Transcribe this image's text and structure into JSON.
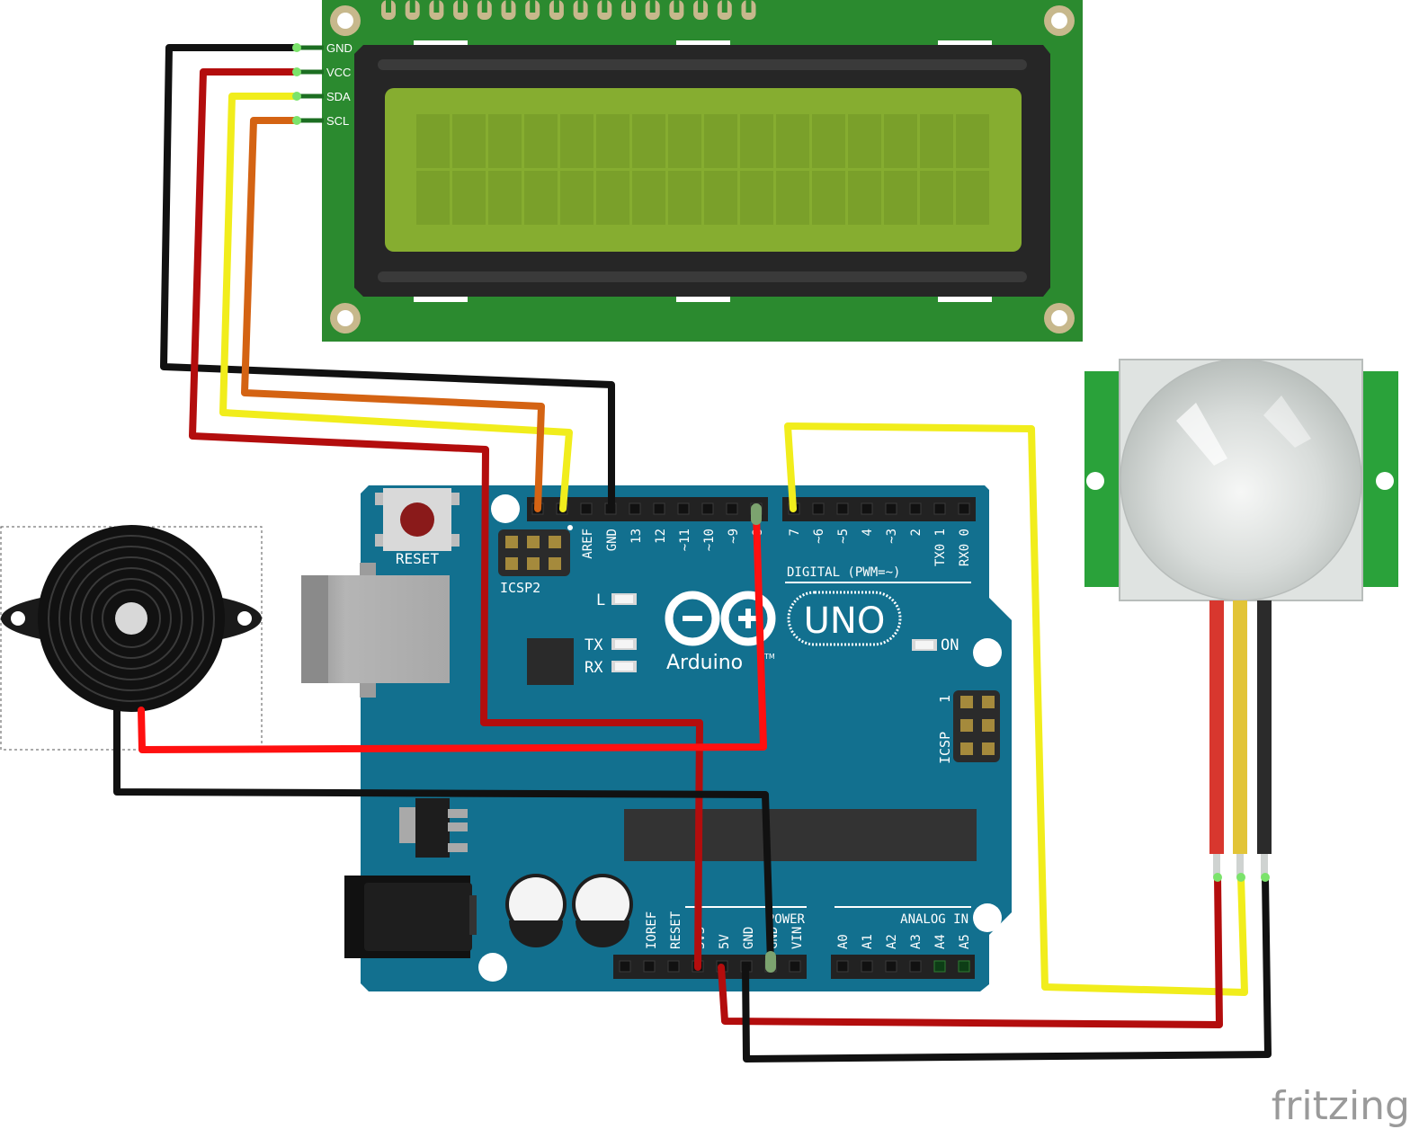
{
  "lcd": {
    "pins": [
      "GND",
      "VCC",
      "SDA",
      "SCL"
    ]
  },
  "arduino": {
    "reset_label": "RESET",
    "icsp2_label": "ICSP2",
    "icsp_label": "ICSP",
    "icsp_pin1": "1",
    "led_l": "L",
    "led_tx": "TX",
    "led_rx": "RX",
    "led_on": "ON",
    "logo_text": "Arduino",
    "tm": "TM",
    "model": "UNO",
    "digital_label": "DIGITAL (PWM=~)",
    "power_label": "POWER",
    "analog_label": "ANALOG IN",
    "header_left_labels": [
      "AREF",
      "GND",
      "13",
      "12",
      "~11",
      "~10",
      "~9",
      "8"
    ],
    "header_right_labels": [
      "7",
      "~6",
      "~5",
      "4",
      "~3",
      "2",
      "TX0 1",
      "RX0 0"
    ],
    "power_pins": [
      "IOREF",
      "RESET",
      "3V3",
      "5V",
      "GND",
      "GND",
      "VIN"
    ],
    "analog_pins": [
      "A0",
      "A1",
      "A2",
      "A3",
      "A4",
      "A5"
    ]
  },
  "watermark": "fritzing",
  "colors": {
    "board": "#12708f",
    "lcd_pcb": "#2b8a2f",
    "lcd_screen": "#86ad30",
    "wire_black": "#111111",
    "wire_red": "#cc1010",
    "wire_yellow": "#f1ed1c",
    "wire_orange": "#d46313",
    "pir_pcb": "#2aa23a"
  }
}
